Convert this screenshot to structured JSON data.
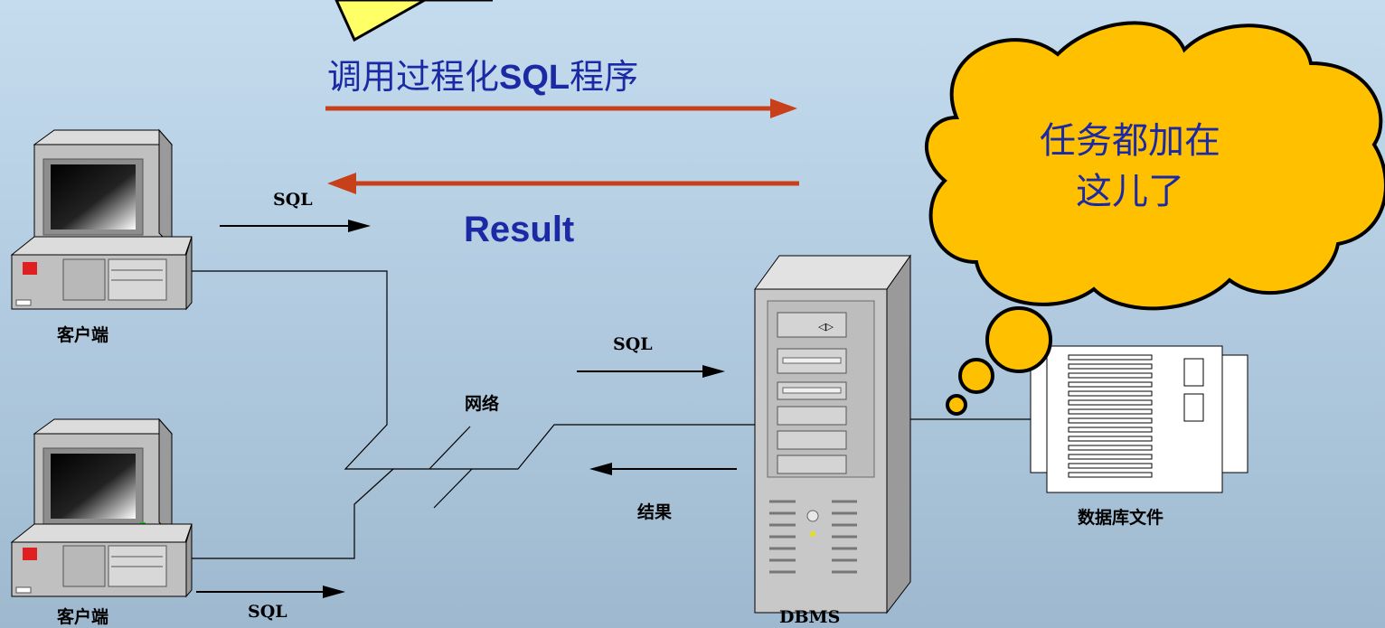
{
  "diagram": {
    "call_label_prefix": "调用过程化",
    "call_label_sql": "SQL",
    "call_label_suffix": "程序",
    "result_label": "Result",
    "cloud_line1": "任务都加在",
    "cloud_line2": "这儿了",
    "client_top_label": "客户端",
    "client_bottom_label": "客户端",
    "sql_top": "SQL",
    "sql_bottom": "SQL",
    "sql_server": "SQL",
    "network_label": "网络",
    "result_small": "结果",
    "dbms_label": "DBMS",
    "dbfile_label": "数据库文件"
  },
  "colors": {
    "background_top": "#c5dcee",
    "background_bottom": "#9eb9cf",
    "label_blue": "#1b2aa4",
    "arrow_red": "#c8401a",
    "callout_yellow": "#ffff66",
    "cloud_fill": "#ffc000"
  }
}
